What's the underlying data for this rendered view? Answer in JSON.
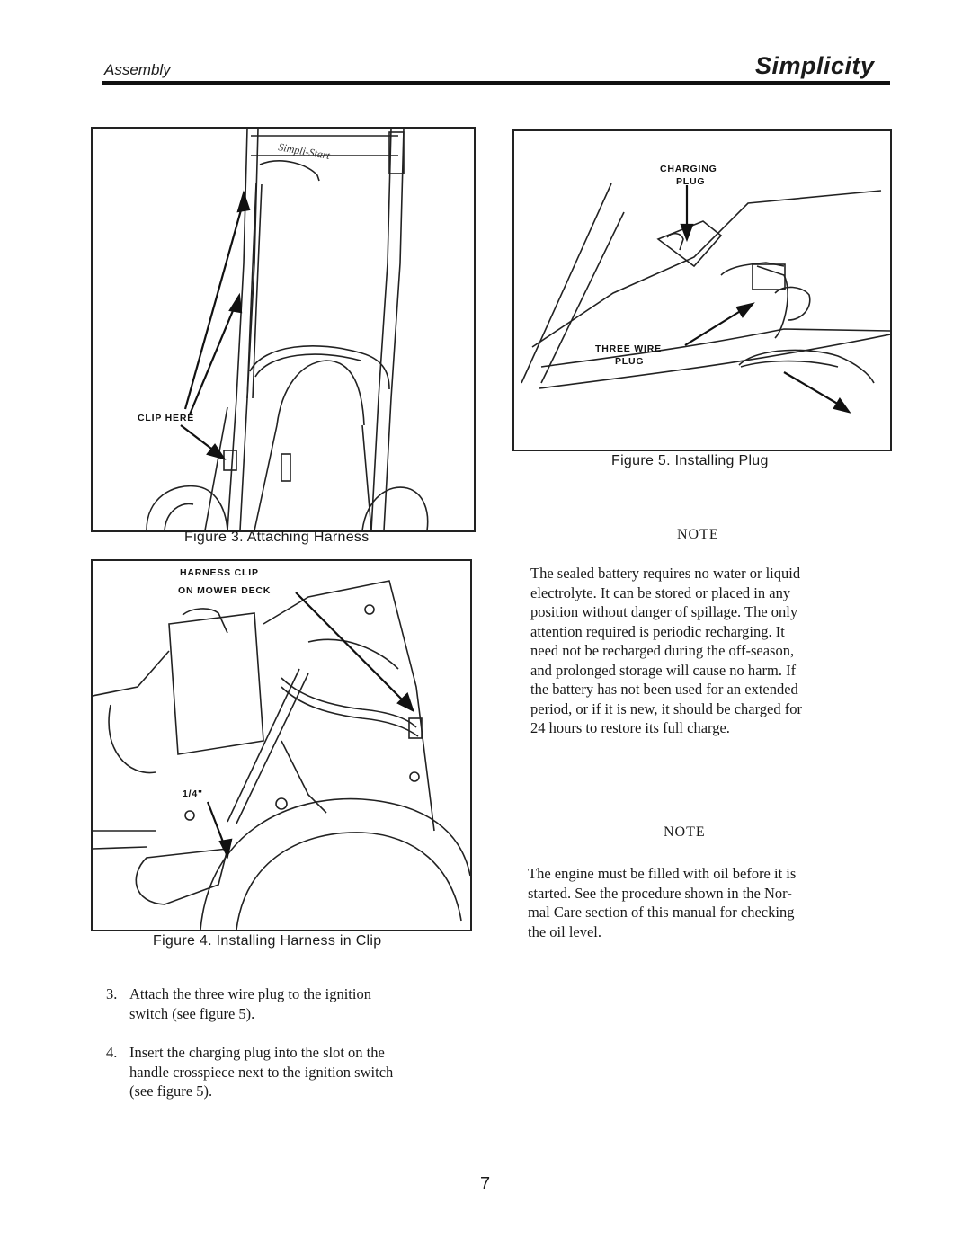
{
  "header": {
    "section_title": "Assembly",
    "brand_logo": "Simplicity"
  },
  "figure3": {
    "labels": {
      "clip_here": "CLIP HERE",
      "handle_decal": "Simpli-Start"
    },
    "caption": "Figure 3.  Attaching Harness"
  },
  "figure4": {
    "labels": {
      "harness_clip": "HARNESS CLIP",
      "on_mower_deck": "ON MOWER DECK",
      "quarter_inch": "1/4\""
    },
    "caption": "Figure 4.  Installing Harness in Clip"
  },
  "figure5": {
    "labels": {
      "charging": "CHARGING",
      "plug": "PLUG",
      "three_wire": "THREE WIRE",
      "plug2": "PLUG"
    },
    "caption": "Figure 5.  Installing Plug"
  },
  "note1": {
    "heading": "NOTE",
    "lines": [
      "The sealed battery requires no water or liquid",
      "electrolyte.  It can be stored or placed in any",
      "position without danger of spillage.  The only",
      "attention required is periodic recharging.  It",
      "need not be recharged during the off-season,",
      "and prolonged storage will cause no harm.  If",
      "the battery has not been used for an extended",
      "period, or if it is new, it should be charged for",
      "24 hours to restore its full charge."
    ]
  },
  "note2": {
    "heading": "NOTE",
    "lines": [
      "The engine must be filled with oil before it is",
      "started.  See the procedure shown in the Nor-",
      "mal Care section of this manual for checking",
      "the oil level."
    ]
  },
  "steps": [
    {
      "number": "3.",
      "lines": [
        "Attach  the  three  wire  plug  to  the  ignition",
        "switch (see figure 5)."
      ]
    },
    {
      "number": "4.",
      "lines": [
        "Insert  the  charging  plug  into  the  slot  on  the",
        "handle crosspiece next to the ignition switch",
        "(see figure 5)."
      ]
    }
  ],
  "page_number": "7"
}
